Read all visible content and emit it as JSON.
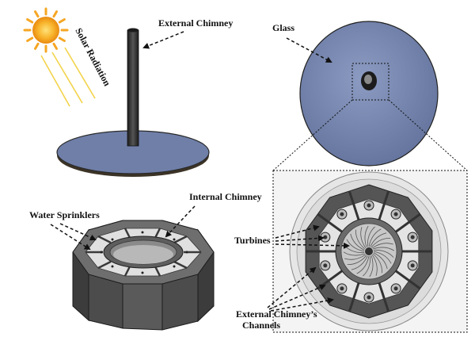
{
  "labels": {
    "solar_radiation": "Solar Radiation",
    "external_chimney": "External Chimney",
    "glass": "Glass",
    "water_sprinklers": "Water Sprinklers",
    "internal_chimney": "Internal Chimney",
    "turbines": "Turbines",
    "channels_line1": "External Chimney’s",
    "channels_line2": "Channels"
  },
  "colors": {
    "collector": "#6f7fa8",
    "glass_disc": "#7585ad",
    "chimney": "#2e2e2e",
    "sun": "#f6a623",
    "tower": "#4a4a4a",
    "arrow": "#111111"
  }
}
